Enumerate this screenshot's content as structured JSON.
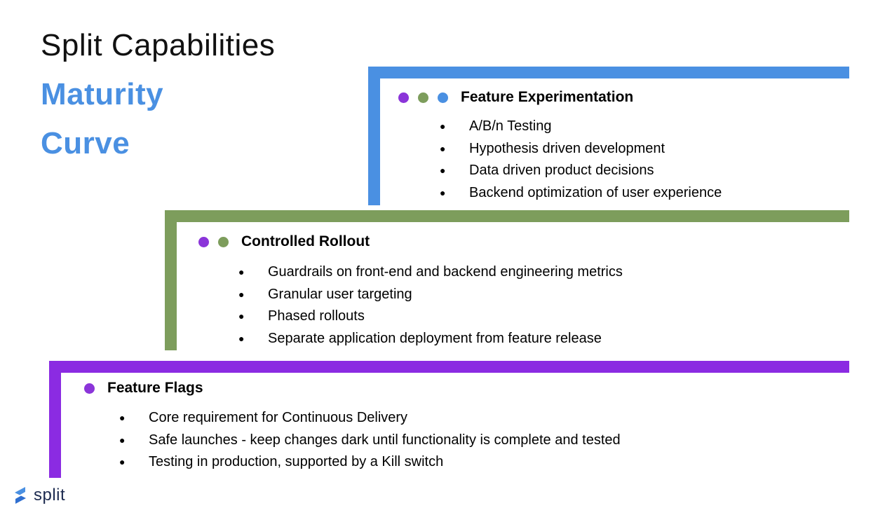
{
  "title": {
    "line1": "Split Capabilities",
    "line2": "Maturity",
    "line3": "Curve",
    "accent_color": "#4a90e2"
  },
  "sections": [
    {
      "title": "Feature Experimentation",
      "color": "#4a90e2",
      "dot_colors": [
        "#8b35d9",
        "#7d9d5c",
        "#4a90e2"
      ],
      "bullets": [
        "A/B/n Testing",
        "Hypothesis driven development",
        "Data driven product decisions",
        "Backend optimization of user experience"
      ]
    },
    {
      "title": "Controlled Rollout",
      "color": "#7d9d5c",
      "dot_colors": [
        "#8b35d9",
        "#7d9d5c"
      ],
      "bullets": [
        "Guardrails on front-end and backend engineering metrics",
        "Granular user targeting",
        "Phased rollouts",
        "Separate application deployment from feature release"
      ]
    },
    {
      "title": "Feature Flags",
      "color": "#8b2be2",
      "dot_colors": [
        "#8b35d9"
      ],
      "bullets": [
        "Core requirement for Continuous Delivery",
        "Safe launches - keep changes dark until functionality is complete and tested",
        "Testing in production, supported by a Kill switch"
      ]
    }
  ],
  "logo": {
    "text": "split"
  }
}
